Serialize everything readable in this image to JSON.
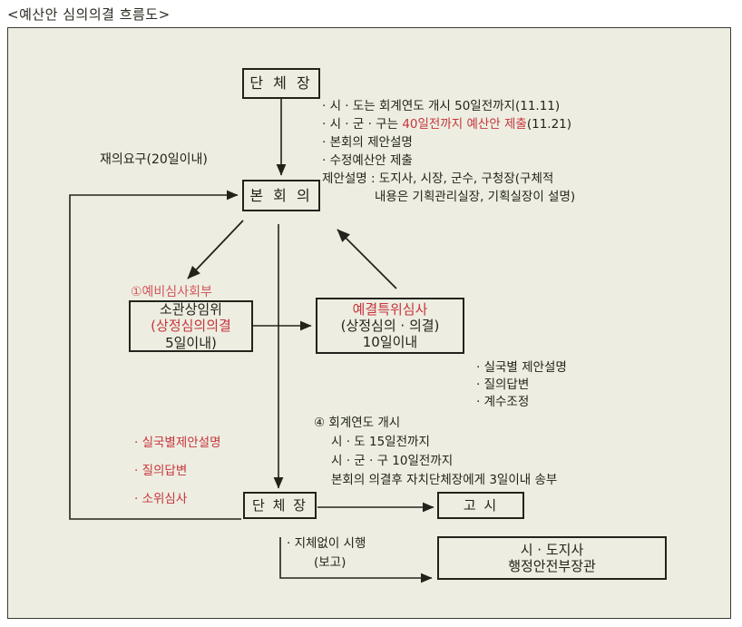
{
  "title": "<예산안 심의의결 흐름도>",
  "colors": {
    "canvas_bg": "#edeee1",
    "border": "#23231c",
    "text": "#23231c",
    "red": "#c7343c",
    "pink_red": "#d4545c"
  },
  "nodes": {
    "head_top": {
      "label": "단 체 장"
    },
    "plenary": {
      "label": "본 회 의"
    },
    "standing_committee": {
      "caption": "①예비심사회부",
      "line1": "소관상임위",
      "line2": "(상정심의의결",
      "line3": "5일이내)"
    },
    "special_committee": {
      "line1": "예결특위심사",
      "line2": "(상정심의 · 의결)",
      "line3": "10일이내"
    },
    "head_bottom": {
      "label": "단 체 장"
    },
    "notice": {
      "label": "고    시"
    },
    "report_target": {
      "line1": "시 · 도지사",
      "line2": "행정안전부장관"
    }
  },
  "annotations": {
    "reconsideration": "재의요구(20일이내)",
    "submission_block": {
      "line1": "· 시 · 도는 회계연도 개시  50일전까지(11.11)",
      "line2_pre": "· 시 · 군 · 구는 ",
      "line2_red": "40일전까지  예산안 제출",
      "line2_post": "(11.21)",
      "line3": "· 본회의 제안설명",
      "line4": "· 수정예산안 제출",
      "line5": "제안설명 : 도지사, 시장, 군수, 구청장(구체적",
      "line6": "내용은 기획관리실장, 기획실장이 설명)"
    },
    "committee_notes": {
      "line1": "· 실국별  제안설명",
      "line2": "· 질의답변",
      "line3": "· 계수조정"
    },
    "left_red_notes": {
      "line1": "· 실국별제안설명",
      "line2": "· 질의답변",
      "line3": "· 소위심사"
    },
    "fiscal_block": {
      "line1": "④ 회계연도 개시",
      "line2": "시 · 도 15일전까지",
      "line3": "시 · 군 · 구 10일전까지",
      "line4": "본회의 의결후 자치단체장에게 3일이내 송부"
    },
    "report_note": {
      "line1": "· 지체없이 시행",
      "line2": "(보고)"
    }
  }
}
